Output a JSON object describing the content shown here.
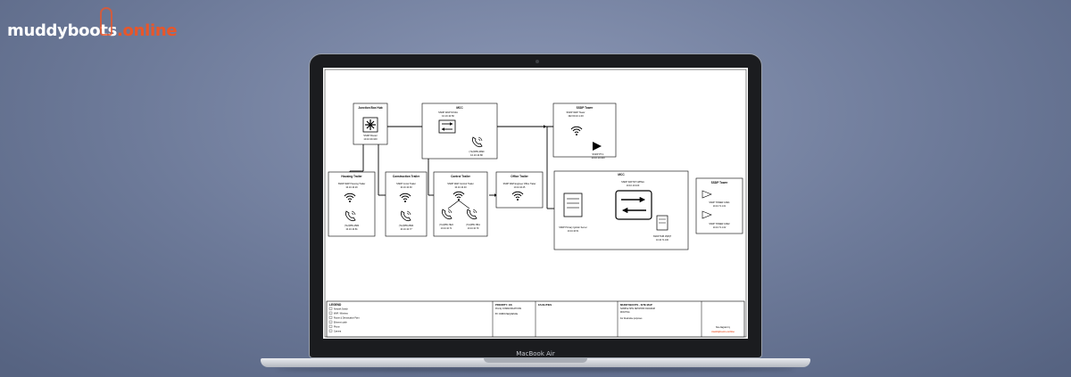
{
  "brand": {
    "name": "muddyboots",
    "suffix": ".online"
  },
  "laptop": {
    "model": "MacBook Air"
  },
  "diagram": {
    "junction": {
      "title": "Junction Box Hub",
      "device": "SSDP Router",
      "ip": "10.10.30.100"
    },
    "mcc_top": {
      "title": "MCC",
      "device": "SSDP WAP NX/4A",
      "ip": "10.10.10.50",
      "phone": "(712)555-4890",
      "phone_ip": "10.10.10.80"
    },
    "tower_top": {
      "title": "SSDP Tower",
      "device": "SSDP WAP Tower",
      "ip": "192.60.10.1.00",
      "cam": "SSDP PT-1",
      "cam_ip": "10.10.10.100"
    },
    "housing": {
      "title": "Housing Trailer",
      "device": "SSDP WAP Housing Trailer",
      "ip": "10.10.10.20",
      "phone": "(712)555-4580",
      "phone_ip": "10.10.10.81"
    },
    "construction": {
      "title": "Construction Trailer",
      "device": "SSDP Const Trailer",
      "ip": "10.10.10.30",
      "phone": "(712)555-6584",
      "phone_ip": "10.10.10.77"
    },
    "control": {
      "title": "Control Trailer",
      "device": "SSDP WAP Control Trailer",
      "ip": "10.10.10.40",
      "phone1": "(712)555-7822",
      "phone1_ip": "10.10.10.71",
      "phone2": "(712)555-7861",
      "phone2_ip": "10.10.10.79"
    },
    "office": {
      "title": "Office Trailer",
      "device": "SSDP WAP Engineer Office Trailer",
      "ip": "10.10.10.25"
    },
    "mcc_main": {
      "title": "MCC",
      "device": "SSDP SWITCH 48TEA",
      "ip": "10.10.10.100",
      "server": "SSDP Primary Ignition Server",
      "server_ip": "10.10.10.51",
      "sub": "SSDP HUB 15(B)T",
      "sub_ip": "10.10.71.100"
    },
    "tower_right": {
      "title": "SSDP Tower",
      "cam1": "SSDP TOWER CAM1",
      "cam1_ip": "10.10.71.1.01",
      "cam2": "SSDP TOWER CAM2",
      "cam2_ip": "10.10.71.1.02"
    },
    "title_block": {
      "legend": "LEGEND",
      "legend_items": [
        "Network Switch",
        "WAP / Wireless",
        "Router & Demarcation Point",
        "Ethernet cable",
        "Phone",
        "Camera"
      ],
      "c2_title": "PRIORITY: 1/8",
      "c2_line1": "Priority COMMUNICATIONS",
      "c2_line2": "BY: ROBIN SEQUENCE",
      "c3_title": "FACILITIES",
      "c4_title": "MUDDYBOOTS - SITE MAP",
      "c4_line1": "SAMPLE SITE NETWORK DIAGRAM",
      "c4_line2": "ROUTING",
      "c4_line3": "For illustrative purposes",
      "c5_line1": "Site diagram by",
      "c5_brand": "muddyboots.online"
    }
  }
}
